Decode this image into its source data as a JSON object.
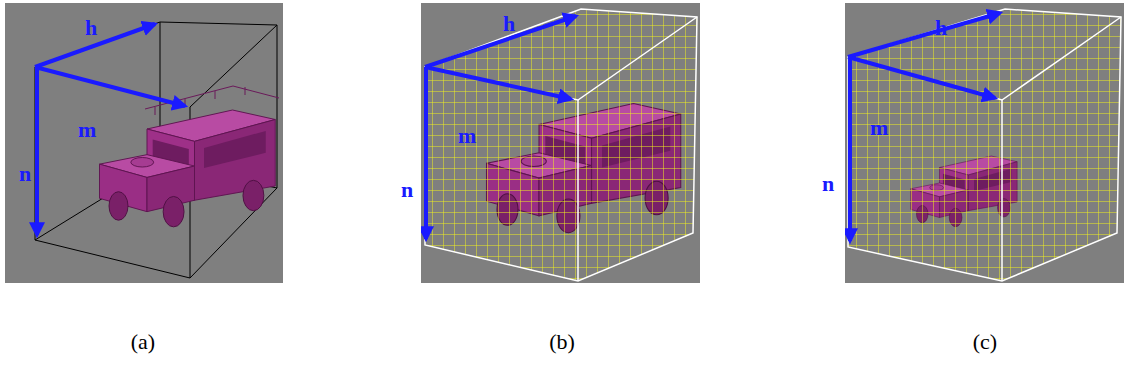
{
  "diagram": {
    "nodes": [
      {
        "text": [
          "h",
          "m",
          "n"
        ]
      },
      {
        "text": [
          "h",
          "m",
          "n"
        ]
      },
      {
        "text": [
          "h",
          "m",
          "n"
        ]
      }
    ],
    "labels": [
      "(a)",
      "(b)",
      "(c)"
    ]
  }
}
